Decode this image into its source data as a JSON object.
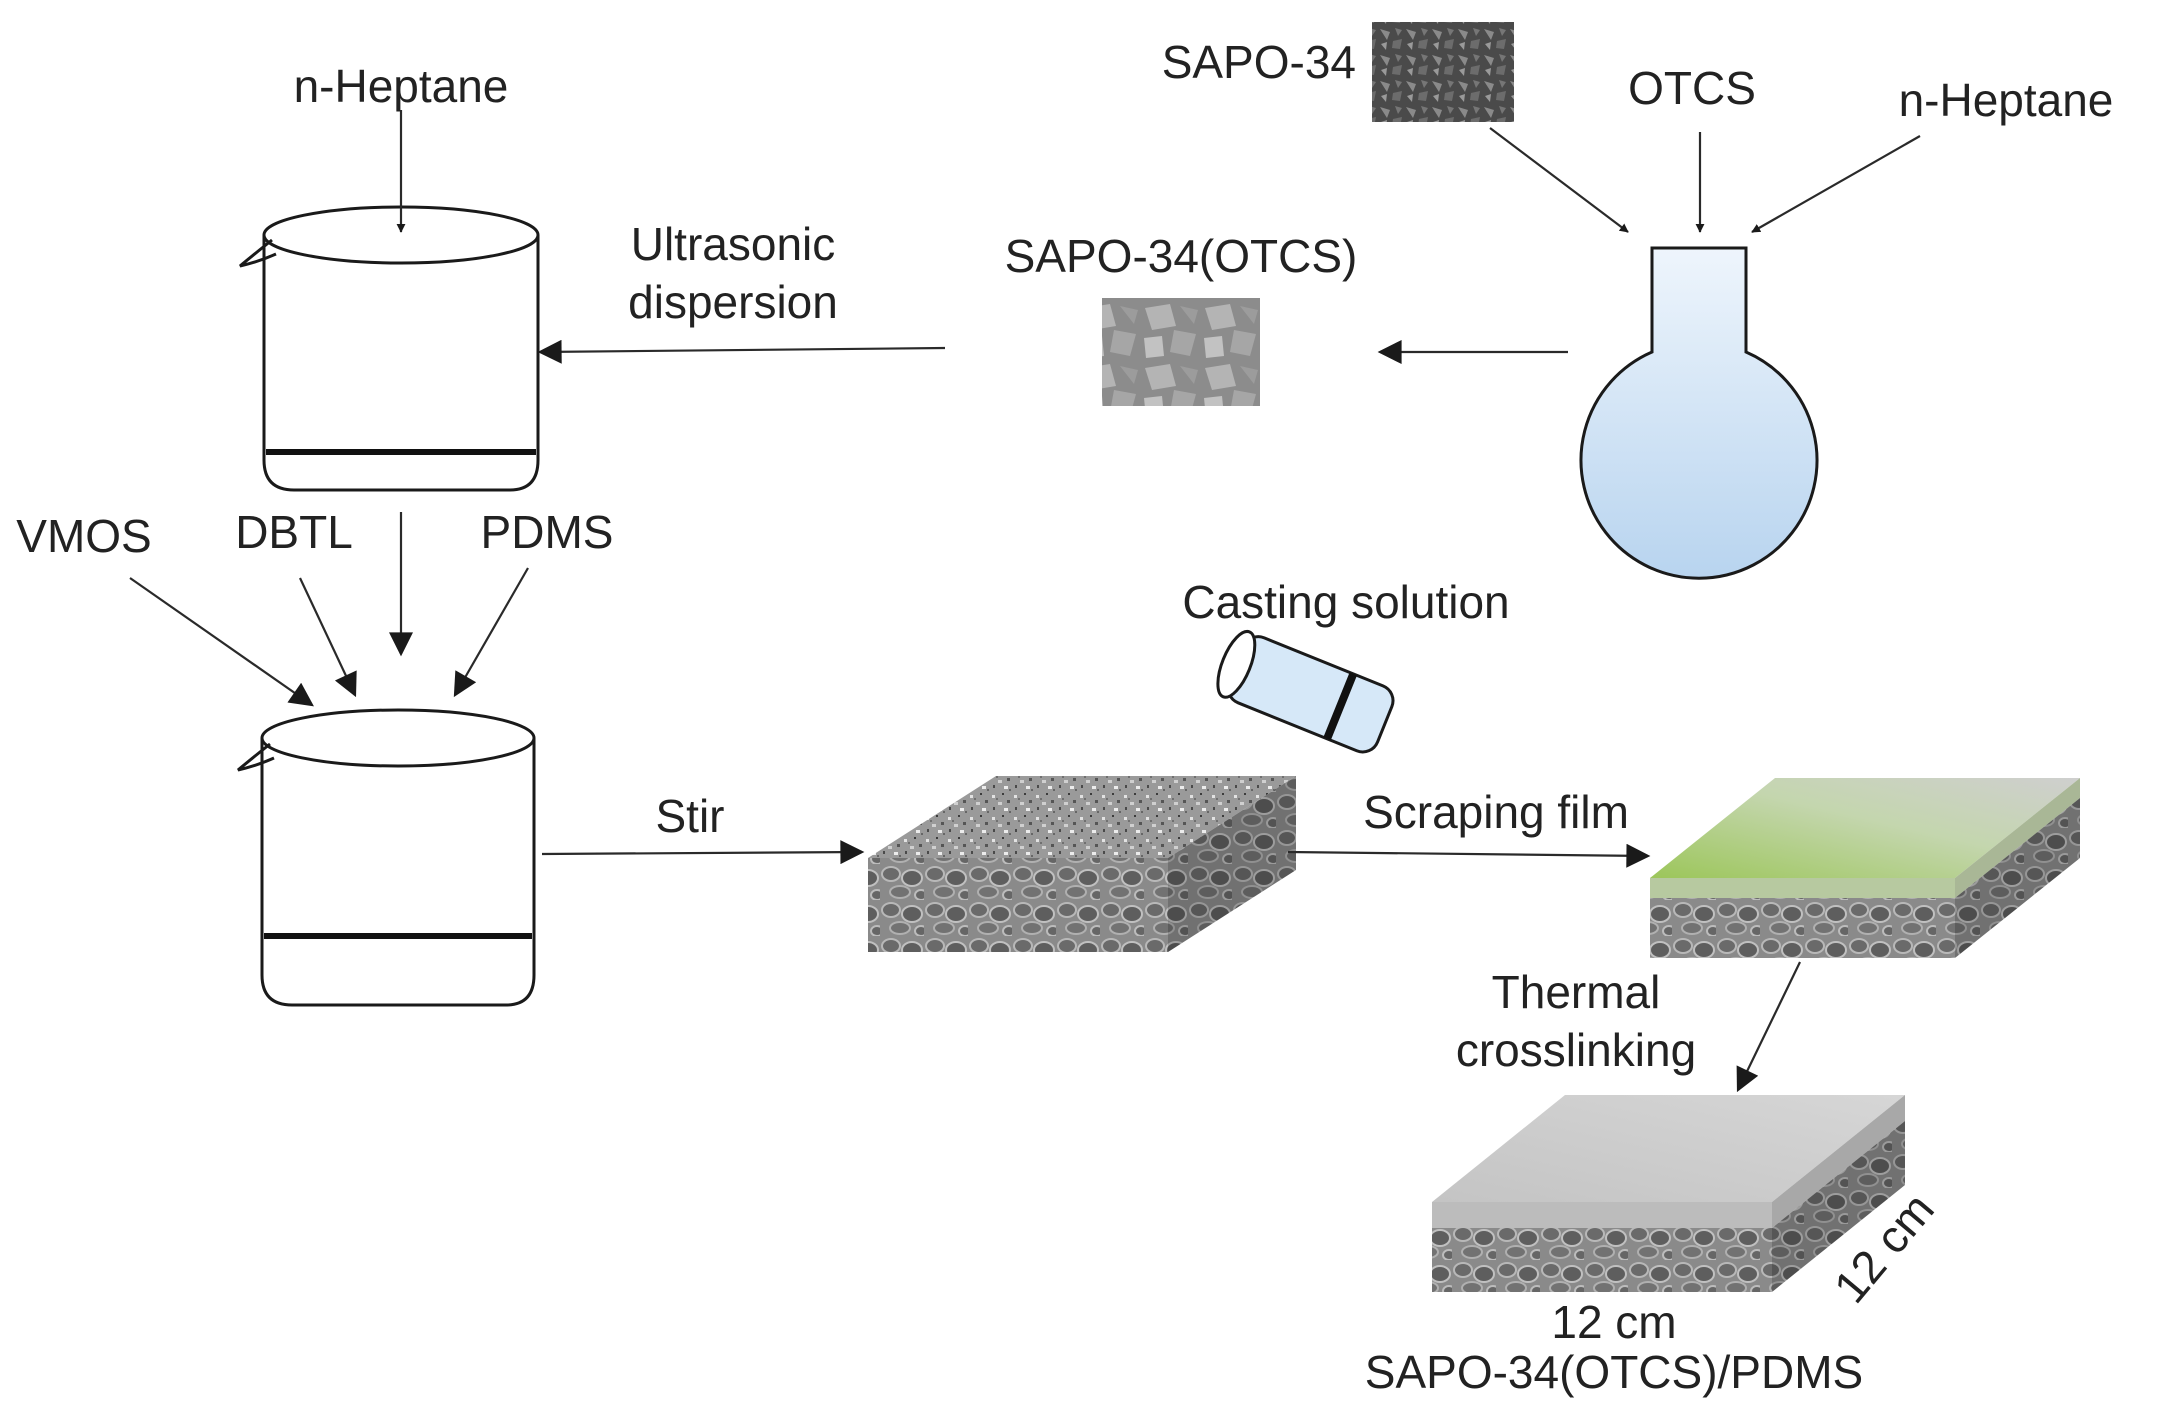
{
  "labels": {
    "n_heptane_left": "n-Heptane",
    "sapo34": "SAPO-34",
    "otcs": "OTCS",
    "n_heptane_right": "n-Heptane",
    "ultrasonic_line1": "Ultrasonic",
    "ultrasonic_line2": "dispersion",
    "sapo34_otcs": "SAPO-34(OTCS)",
    "vmos": "VMOS",
    "dbtl": "DBTL",
    "pdms": "PDMS",
    "casting_solution": "Casting solution",
    "stir": "Stir",
    "scraping_film": "Scraping film",
    "thermal_line1": "Thermal",
    "thermal_line2": "crosslinking",
    "width_dim": "12 cm",
    "depth_dim": "12 cm",
    "product": "SAPO-34(OTCS)/PDMS"
  },
  "colors": {
    "beaker_fill": "#e8e8e8",
    "flask_fill": "#c5dcf2",
    "film_green": "#9cc65a",
    "film_gray": "#c9c9c9",
    "substrate": "#7f7f7f"
  }
}
